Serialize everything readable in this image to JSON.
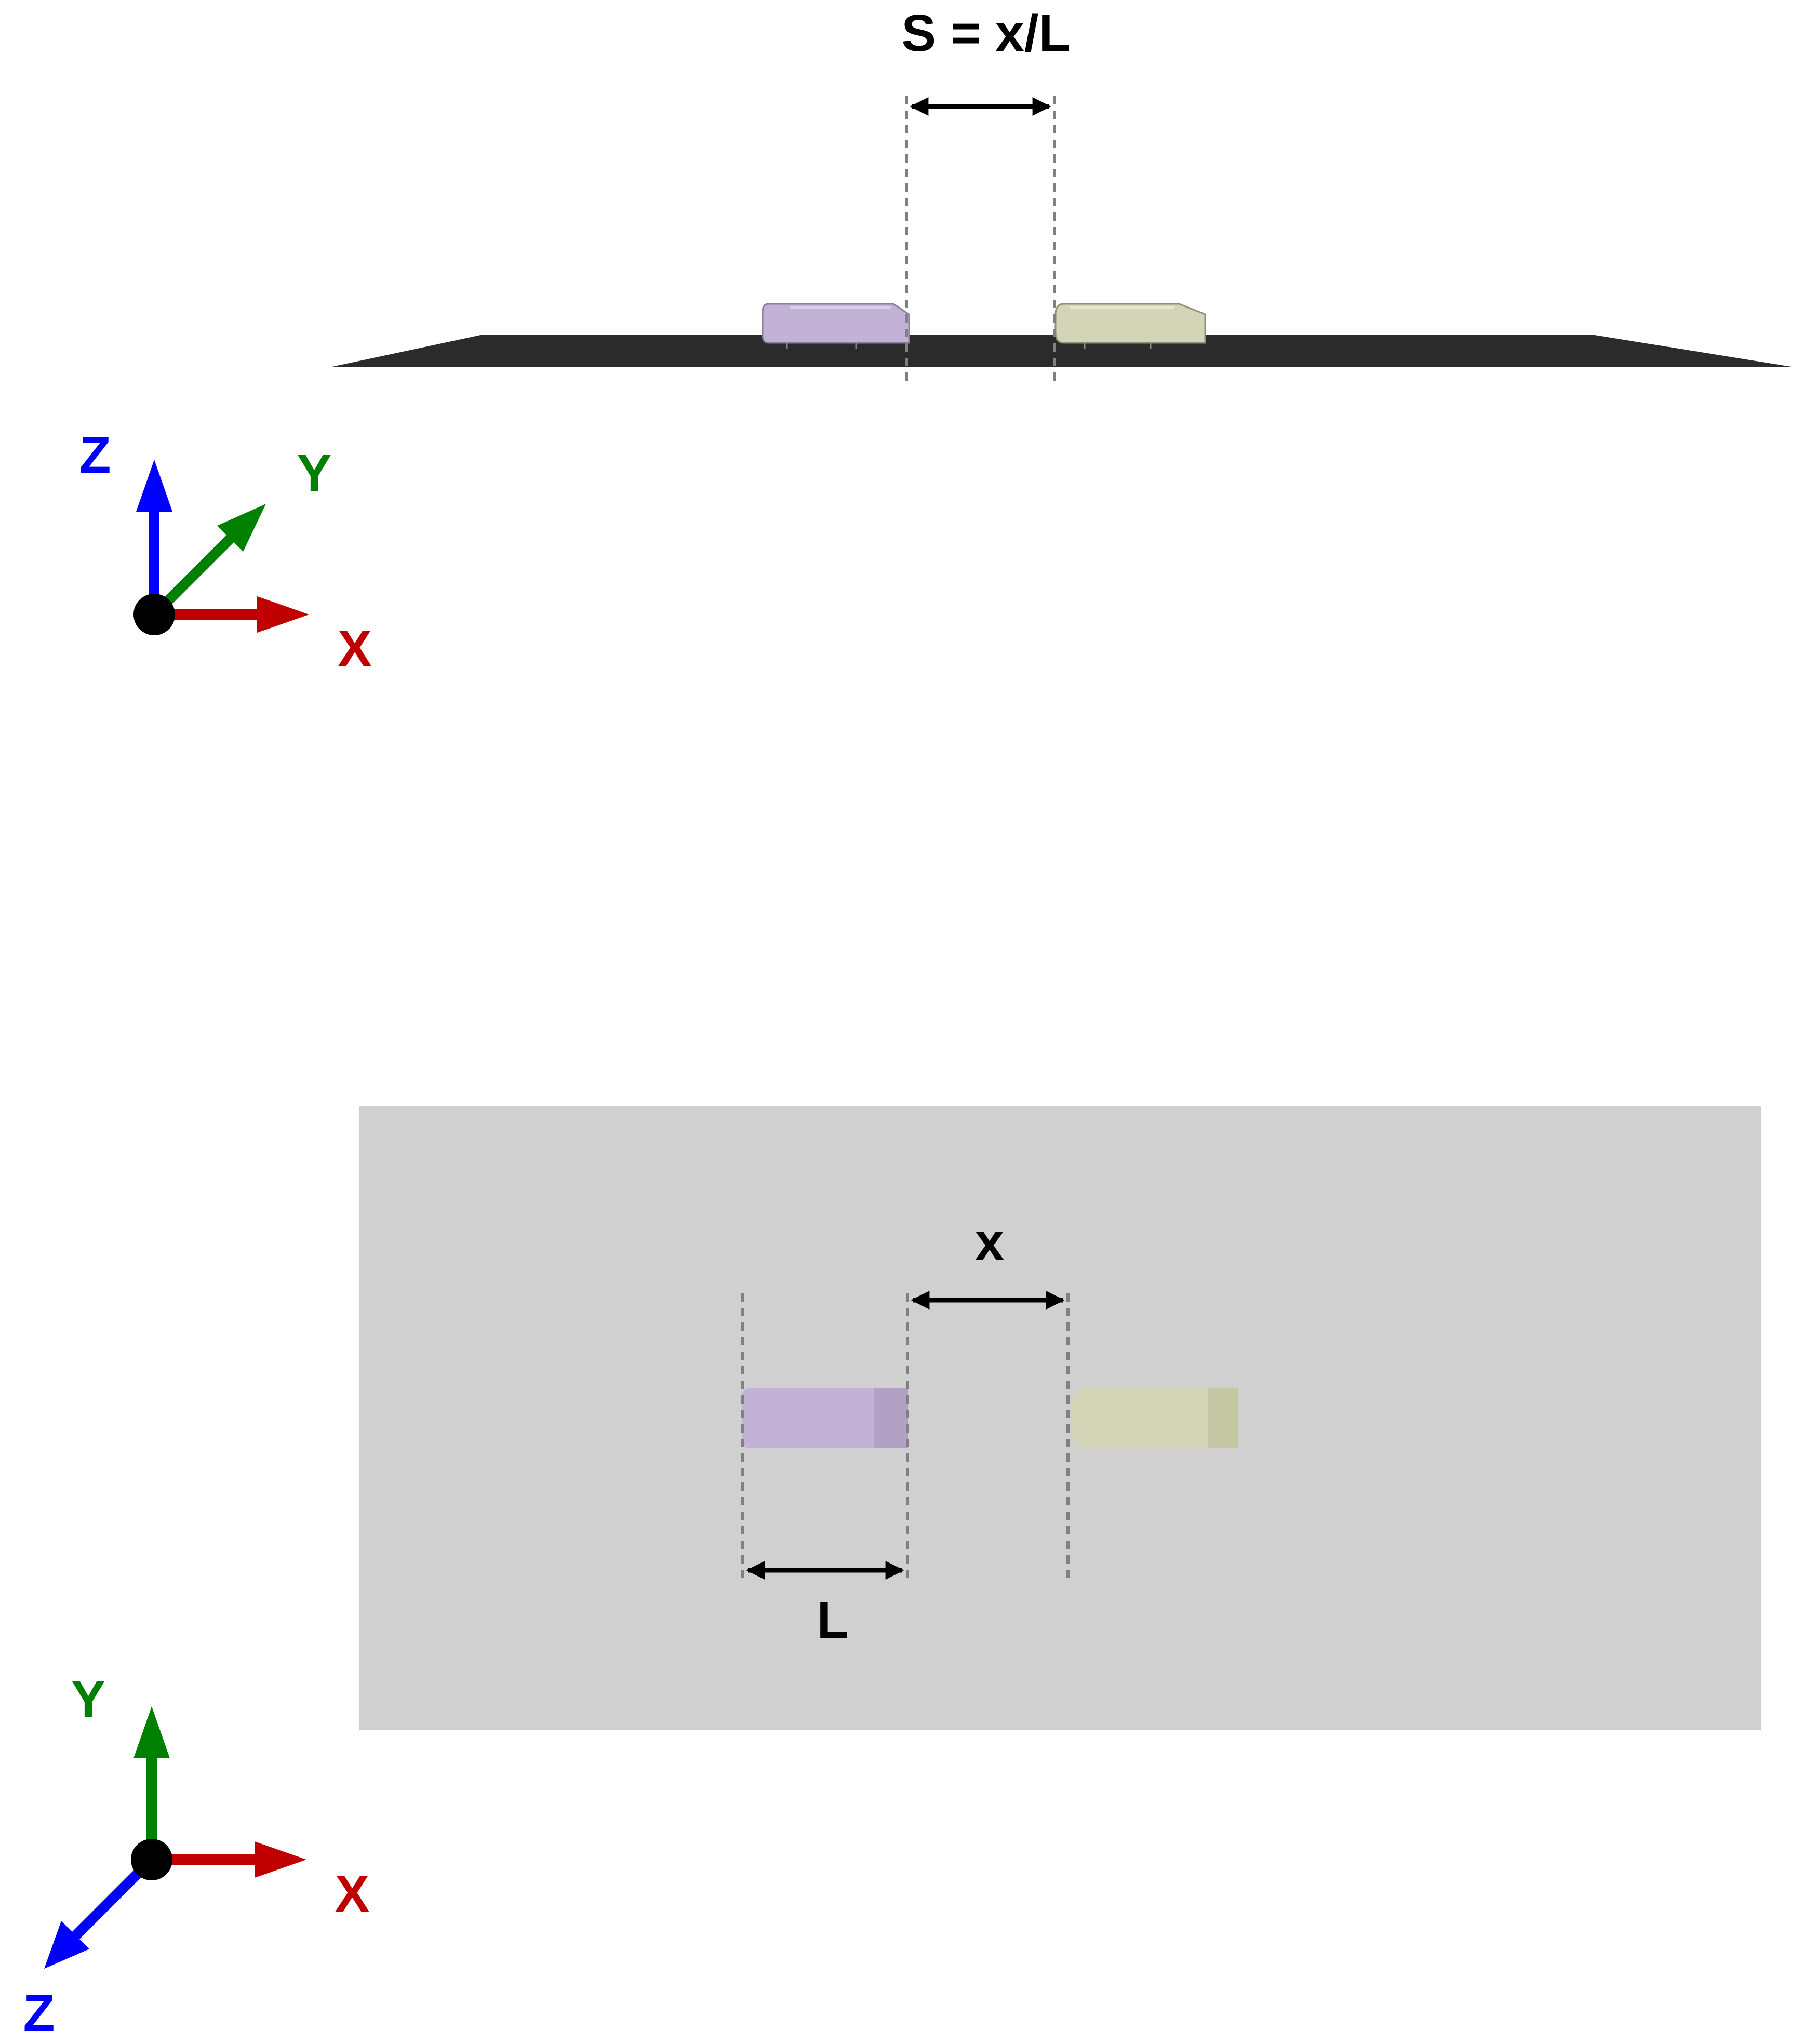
{
  "side_view": {
    "formula_label": "S = x/L",
    "axes": {
      "x_label": "X",
      "y_label": "Y",
      "z_label": "Z"
    }
  },
  "top_view": {
    "gap_label": "x",
    "length_label": "L",
    "axes": {
      "x_label": "X",
      "y_label": "Y",
      "z_label": "Z"
    }
  },
  "colors": {
    "leading_train": "#c2b3d6",
    "trailing_train": "#d4d5b6",
    "ground_side": "#2b2b2b",
    "ground_top": "#d0d0d0",
    "guide_line": "#808080",
    "axis_x": "#c00000",
    "axis_y": "#008000",
    "axis_z": "#0000ff",
    "origin": "#000000"
  }
}
